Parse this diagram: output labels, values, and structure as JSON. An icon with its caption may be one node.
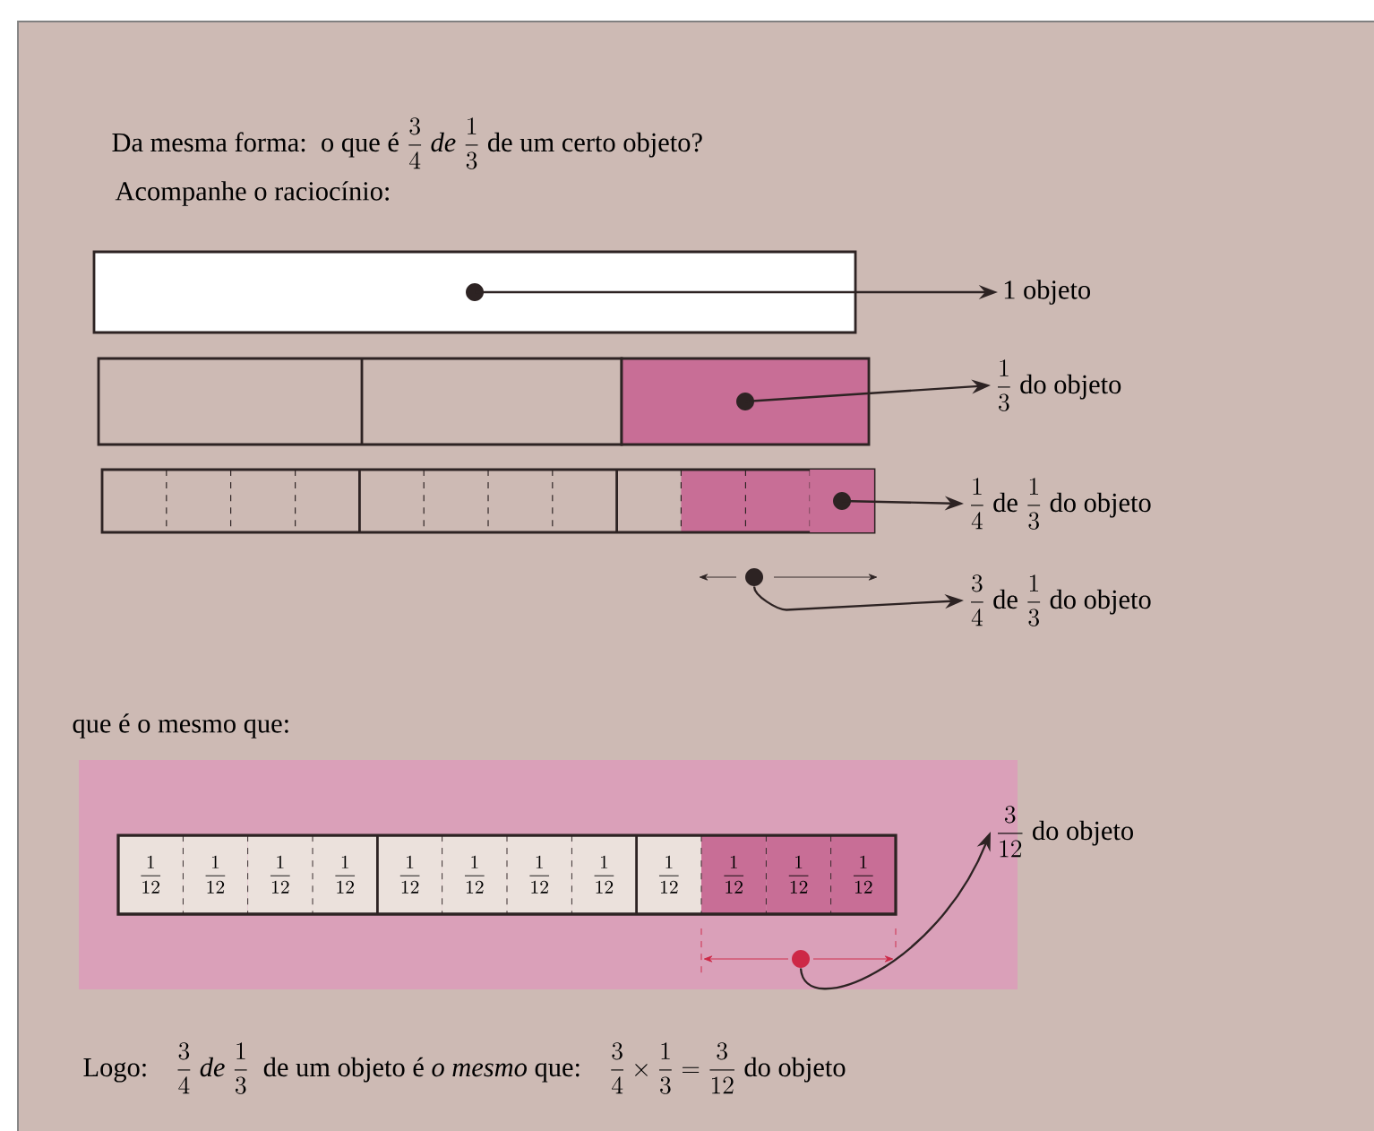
{
  "diagram": {
    "title": "\\text{Da mesma forma:\\ \\ o que é }\\frac{3}{4}\\ \\textit{de}\\ \\frac{1}{3}\\text{ de um certo objeto?}",
    "nodes": [
      {
        "text": [],
        "shape": "bar"
      },
      {
        "text": [],
        "shape": "box"
      },
      {
        "text": [],
        "shape": "box"
      },
      {
        "text": [],
        "shape": "circle"
      },
      {
        "text": [
          "1 objeto"
        ]
      },
      {
        "text": [
          "\\frac{1}{3}\\text{ do objeto}"
        ]
      },
      {
        "text": [
          "\\frac{1}{4}\\text{ de }\\frac{1}{3}\\text{ do objeto}"
        ]
      },
      {
        "text": [
          "\\frac{3}{4}\\text{ de }\\frac{1}{3}\\text{ do objeto}"
        ]
      },
      {
        "text": [
          "\\frac{1}{12}"
        ]
      },
      {
        "text": [
          "\\frac{1}{12}"
        ]
      },
      {
        "text": [
          "\\frac{1}{12}"
        ]
      },
      {
        "text": [
          "\\frac{1}{12}"
        ]
      },
      {
        "text": [
          "\\frac{1}{12}"
        ]
      },
      {
        "text": [
          "\\frac{1}{12}"
        ]
      },
      {
        "text": [
          "\\frac{1}{12}"
        ]
      },
      {
        "text": [
          "\\frac{1}{12}"
        ]
      },
      {
        "text": [
          "\\frac{1}{12}"
        ]
      },
      {
        "text": [
          "\\frac{1}{12}"
        ]
      },
      {
        "text": [
          "\\frac{1}{12}"
        ]
      },
      {
        "text": [
          "\\frac{1}{12}"
        ]
      },
      {
        "text": [],
        "shape": "circle"
      },
      {
        "text": [
          "\\frac{3}{12}\\text{ do objeto}"
        ]
      }
    ],
    "edges": [
      {
        "from": 0,
        "to": 4,
        "arrow": "to"
      },
      {
        "from": 1,
        "to": 5,
        "arrow": "to"
      },
      {
        "from": 2,
        "to": 6,
        "arrow": "to"
      },
      {
        "from": 3,
        "to": 7,
        "arrow": "to"
      },
      {
        "from": 20,
        "to": 21,
        "arrow": "to"
      }
    ],
    "labels": [
      "Acompanhe o raciocínio:",
      "que é o mesmo que:",
      "\\text{Logo:}\\quad\\frac{3}{4}\\ \\textit{de}\\ \\frac{1}{3}\\ \\text{ de um objeto é }\\textit{o mesmo}\\text{ que:}\\quad\\frac{3}{4}\\times\\frac{1}{3}=\\frac{3}{12}\\ \\text{do objeto}"
    ]
  }
}
